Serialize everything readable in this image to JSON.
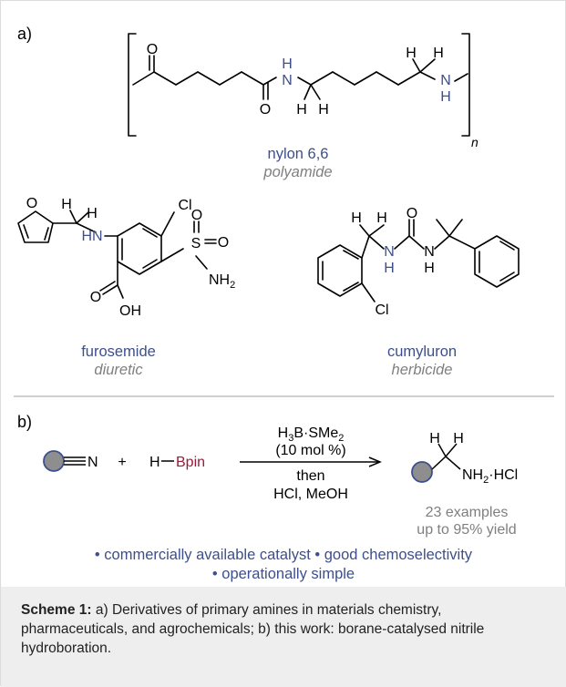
{
  "colors": {
    "ink": "#000000",
    "blue": "#3d4f8c",
    "gray": "#7f7f7f",
    "red": "#9b1a3a",
    "ball_fill": "#8e8e8e",
    "ball_stroke": "#3d4f8c",
    "divider": "#b5b5b5",
    "caption_bg": "#eeeeee"
  },
  "part_a": {
    "label": "a)",
    "nylon": {
      "atoms": {
        "o_top": "O",
        "n_amide": "N",
        "h_amide": "H",
        "o_bottom": "O",
        "h1": "H",
        "h2": "H",
        "h3": "H",
        "h4": "H",
        "n_end": "N",
        "h_end": "H"
      },
      "repeat": "n",
      "name": "nylon 6,6",
      "class": "polyamide"
    },
    "furosemide": {
      "atoms": {
        "o_furan": "O",
        "h1": "H",
        "h2": "H",
        "hn": "HN",
        "cl": "Cl",
        "s": "S",
        "o1": "O",
        "o2": "O",
        "nh2": "NH2",
        "o_carbonyl": "O",
        "oh": "OH"
      },
      "name": "furosemide",
      "class": "diuretic"
    },
    "cumyluron": {
      "atoms": {
        "h1": "H",
        "h2": "H",
        "o": "O",
        "n1": "N",
        "h_n1": "H",
        "n2": "N",
        "h_n2": "H",
        "cl": "Cl"
      },
      "name": "cumyluron",
      "class": "herbicide"
    }
  },
  "part_b": {
    "label": "b)",
    "nitrile": "N",
    "plus": "+",
    "hbpin": {
      "h": "H",
      "bpin": "Bpin"
    },
    "reagent_line1": "H3B·SMe2",
    "reagent_line2": "(10 mol %)",
    "condition_line1": "then",
    "condition_line2": "HCl, MeOH",
    "product": {
      "h1": "H",
      "h2": "H",
      "amine": "NH2·HCl"
    },
    "examples": "23 examples",
    "yield": "up to 95% yield",
    "feature_line1": "• commercially available catalyst • good chemoselectivity",
    "feature_line2": "• operationally simple"
  },
  "caption": {
    "label": "Scheme 1:",
    "text": " a) Derivatives of primary amines in materials chemistry, pharmaceuticals, and agrochemicals; b) this work: borane-catalysed nitrile hydroboration."
  }
}
